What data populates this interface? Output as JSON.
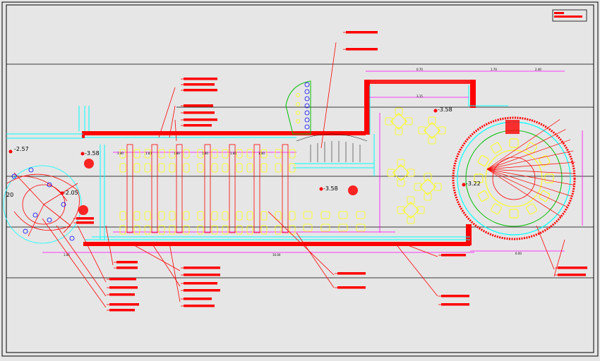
{
  "drawing": {
    "background": "#e6e6e6",
    "colors": {
      "frame": "#000000",
      "wall": "#00ffff",
      "hatch": "#ff0000",
      "dim": "#ff00ff",
      "furniture": "#ffff00",
      "circle_green": "#00c000",
      "leader": "#ff0000",
      "label_bar": "#ff0000",
      "level_text": "#000000",
      "stair": "#0000ff"
    },
    "levels": [
      {
        "id": "lvl-1",
        "text": "-2.57"
      },
      {
        "id": "lvl-2",
        "text": "-3.58"
      },
      {
        "id": "lvl-3",
        "text": "-2.05"
      },
      {
        "id": "lvl-4",
        "text": "-3.58"
      },
      {
        "id": "lvl-5",
        "text": "-3.58"
      },
      {
        "id": "lvl-6",
        "text": "-3.22"
      }
    ],
    "edge_text": "20"
  }
}
